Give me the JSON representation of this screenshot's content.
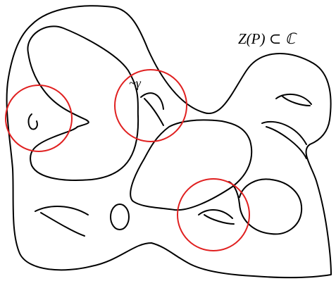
{
  "labels": {
    "set_label": "Z(P) ⊂ ℂ",
    "cycle_label": "~γ"
  },
  "colors": {
    "curve": "#000000",
    "highlight_circle": "#e02020",
    "background": "#ffffff"
  },
  "highlight_circle_count": 3,
  "genus_hole_count": 6
}
